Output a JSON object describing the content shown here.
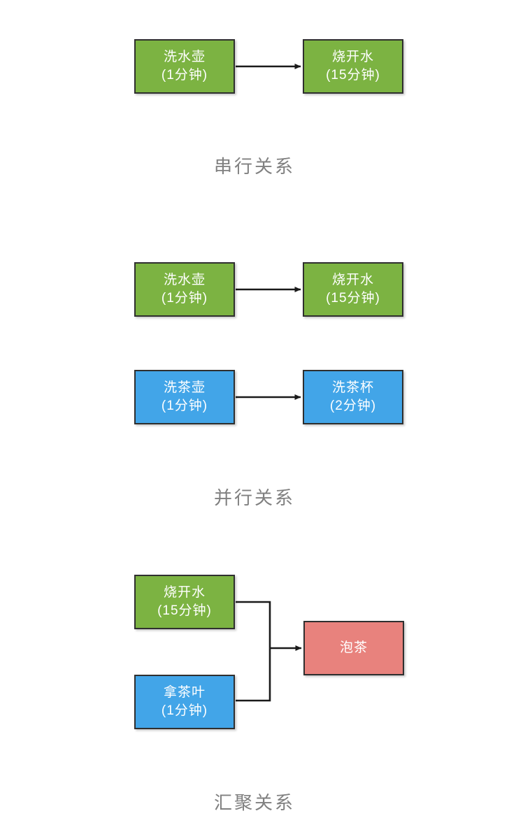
{
  "page": {
    "background": "#ffffff",
    "caption_color": "#808080",
    "node_text_color": "#ffffff",
    "border_color": "#2f2f2f",
    "edge_color": "#1a1a1a",
    "palette": {
      "green": "#7cb342",
      "blue": "#42a5e8",
      "red": "#e8827d"
    }
  },
  "sections": [
    {
      "id": "serial",
      "caption": "串行关系",
      "nodes": [
        {
          "id": "s1",
          "name": "洗水壶",
          "duration": "(1分钟)",
          "color": "green"
        },
        {
          "id": "s2",
          "name": "烧开水",
          "duration": "(15分钟)",
          "color": "green"
        }
      ]
    },
    {
      "id": "parallel",
      "caption": "并行关系",
      "nodes": [
        {
          "id": "p1",
          "name": "洗水壶",
          "duration": "(1分钟)",
          "color": "green"
        },
        {
          "id": "p2",
          "name": "烧开水",
          "duration": "(15分钟)",
          "color": "green"
        },
        {
          "id": "p3",
          "name": "洗茶壶",
          "duration": "(1分钟)",
          "color": "blue"
        },
        {
          "id": "p4",
          "name": "洗茶杯",
          "duration": "(2分钟)",
          "color": "blue"
        }
      ]
    },
    {
      "id": "converge",
      "caption": "汇聚关系",
      "nodes": [
        {
          "id": "c1",
          "name": "烧开水",
          "duration": "(15分钟)",
          "color": "green"
        },
        {
          "id": "c2",
          "name": "拿茶叶",
          "duration": "(1分钟)",
          "color": "blue"
        },
        {
          "id": "c3",
          "name": "泡茶",
          "duration": "",
          "color": "red"
        }
      ]
    }
  ]
}
